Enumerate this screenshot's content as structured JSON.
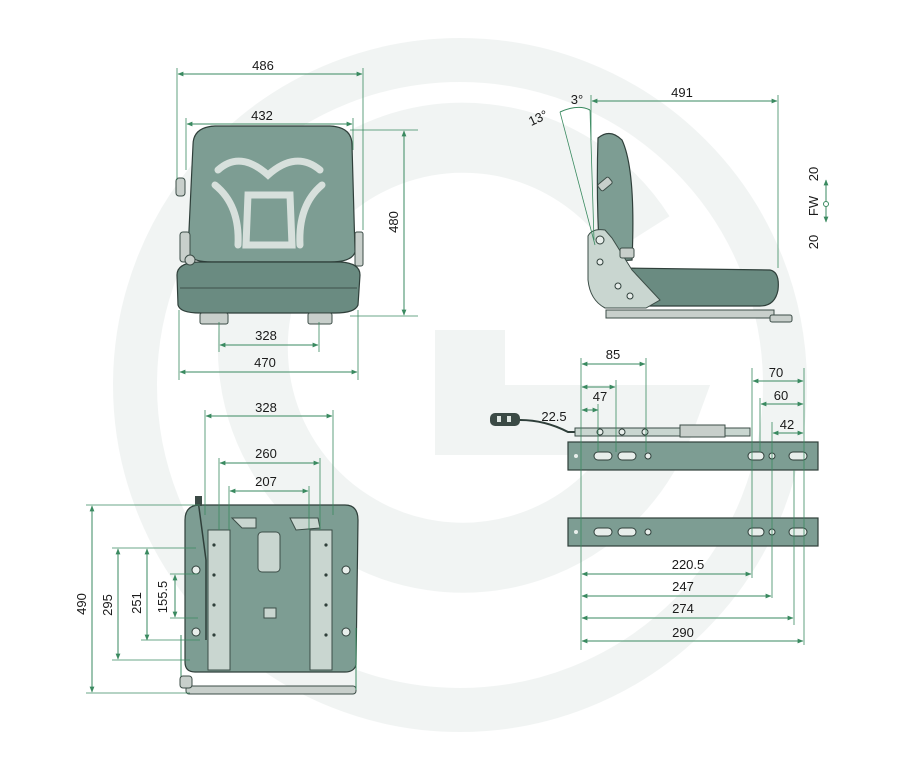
{
  "watermark_icon": "g-logo-watermark",
  "colors": {
    "seat": "#7d9d93",
    "dimension_line": "#3a8a60",
    "rail": "#7d9d93"
  },
  "front_view": {
    "dim_486": "486",
    "dim_432": "432",
    "dim_480": "480",
    "dim_328": "328",
    "dim_470": "470"
  },
  "side_view": {
    "dim_491": "491",
    "angle_13": "13°",
    "angle_3": "3°",
    "fw_label": "FW",
    "fw_plus": "20",
    "fw_minus": "20"
  },
  "bottom_view": {
    "dim_328": "328",
    "dim_260": "260",
    "dim_207": "207",
    "dim_490": "490",
    "dim_295": "295",
    "dim_251": "251",
    "dim_155_5": "155.5"
  },
  "rail_view": {
    "dim_85": "85",
    "dim_47": "47",
    "dim_22_5": "22.5",
    "dim_70": "70",
    "dim_60": "60",
    "dim_42": "42",
    "dim_220_5": "220.5",
    "dim_247": "247",
    "dim_274": "274",
    "dim_290": "290"
  }
}
